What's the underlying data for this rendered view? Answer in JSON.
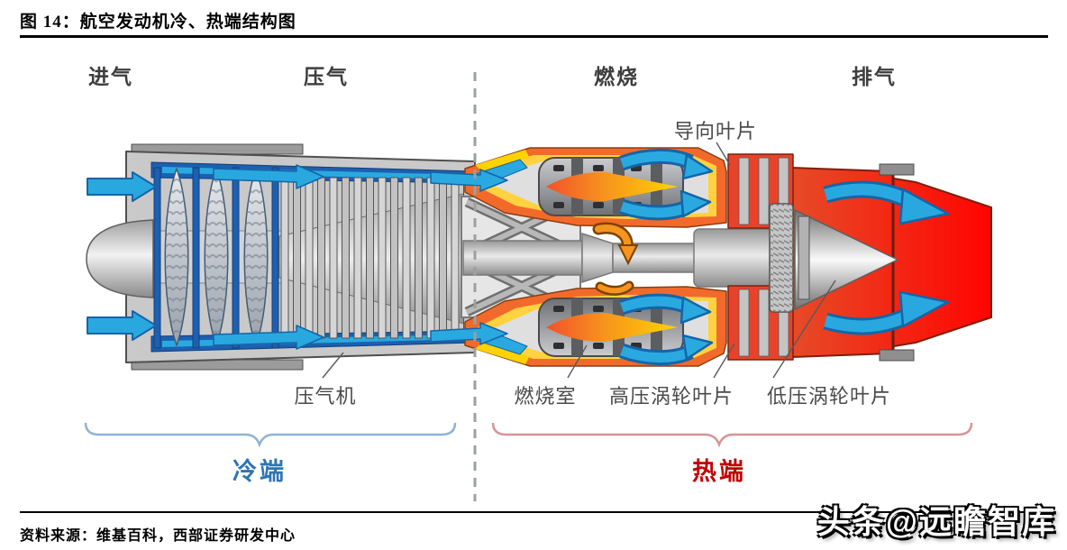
{
  "header": {
    "title": "图 14：航空发动机冷、热端结构图"
  },
  "stages": [
    {
      "label": "进气"
    },
    {
      "label": "压气"
    },
    {
      "label": "燃烧"
    },
    {
      "label": "排气"
    }
  ],
  "parts": {
    "guide_vane": {
      "label": "导向叶片"
    },
    "compressor": {
      "label": "压气机"
    },
    "combustor": {
      "label": "燃烧室"
    },
    "hp_turbine": {
      "label": "高压涡轮叶片"
    },
    "lp_turbine": {
      "label": "低压涡轮叶片"
    }
  },
  "zones": {
    "cold": {
      "label": "冷端",
      "color": "#2E74B5",
      "brace_color": "#8FB3D6"
    },
    "hot": {
      "label": "热端",
      "color": "#C00000",
      "brace_color": "#D79396"
    }
  },
  "footer": {
    "source": "资料来源：维基百科，西部证券研发中心"
  },
  "watermark": {
    "text": "头条@远瞻智库"
  },
  "diagram_colors": {
    "cold_flow_blue": "#29A8E0",
    "blade_frame_blue": "#1D5FB0",
    "flame_orange": "#F7941E",
    "combustor_yellow": "#FFD23F",
    "hot_exhaust_red": "#FF0400",
    "casing_gray": "#C9C9C9"
  }
}
